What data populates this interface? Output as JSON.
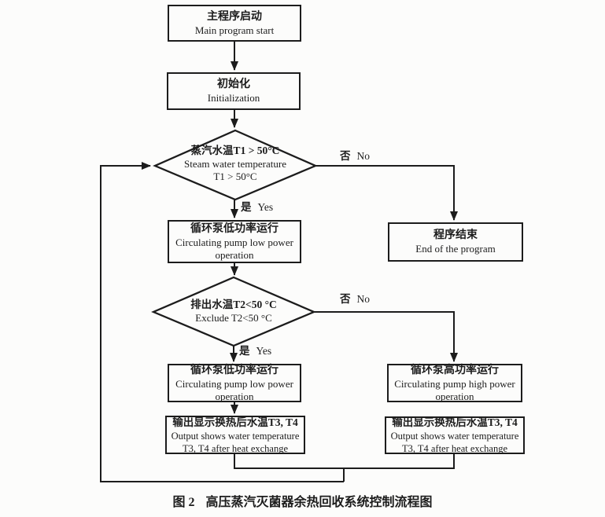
{
  "colors": {
    "ink": "#1c1c1c",
    "paper": "#fcfcfb"
  },
  "nodes": {
    "start": {
      "zh": "主程序启动",
      "en": "Main program start"
    },
    "init": {
      "zh": "初始化",
      "en": "Initialization"
    },
    "decision_t1": {
      "zh": "蒸汽水温T1 > 50°C",
      "en1": "Steam water temperature",
      "en2": "T1 > 50°C"
    },
    "pump_low_after_t1": {
      "zh": "循环泵低功率运行",
      "en": "Circulating pump low power operation"
    },
    "program_end": {
      "zh": "程序结束",
      "en": "End of the program"
    },
    "decision_t2": {
      "zh": "排出水温T2<50 °C",
      "en": "Exclude T2<50 °C"
    },
    "pump_low_after_t2": {
      "zh": "循环泵低功率运行",
      "en": "Circulating pump low power operation"
    },
    "pump_high": {
      "zh": "循环泵高功率运行",
      "en": "Circulating pump high power operation"
    },
    "output_left": {
      "zh": "输出显示换热后水温T3, T4",
      "en1": "Output shows water temperature",
      "en2": "T3, T4 after heat exchange"
    },
    "output_right": {
      "zh": "输出显示换热后水温T3, T4",
      "en1": "Output shows water temperature",
      "en2": "T3, T4 after heat exchange"
    }
  },
  "edge_labels": {
    "t1_yes": {
      "zh": "是",
      "en": "Yes"
    },
    "t1_no": {
      "zh": "否",
      "en": "No"
    },
    "t2_yes": {
      "zh": "是",
      "en": "Yes"
    },
    "t2_no": {
      "zh": "否",
      "en": "No"
    }
  },
  "caption": {
    "label": "图 2",
    "title": "高压蒸汽灭菌器余热回收系统控制流程图"
  }
}
